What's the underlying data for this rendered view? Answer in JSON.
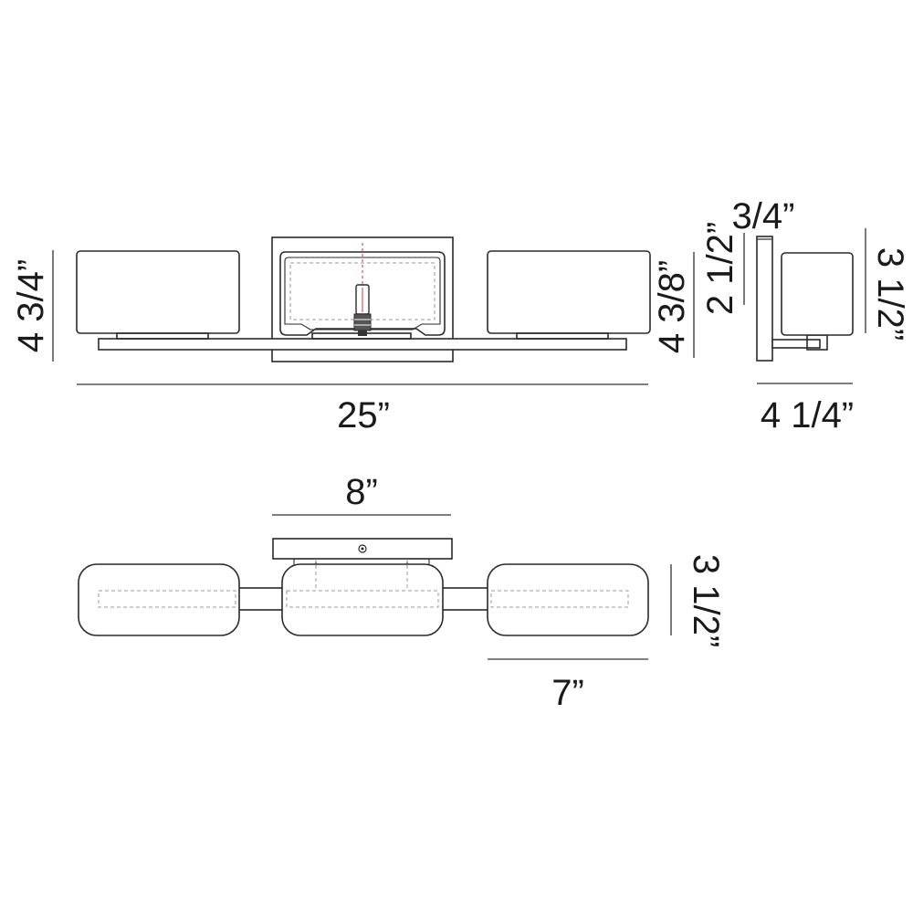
{
  "front_view": {
    "width_label": "25”",
    "height_label": "4 3/4”",
    "shade_height_label": "4 3/8”"
  },
  "side_view": {
    "canopy_depth_label": "3/4”",
    "shade_offset_label": "2 1/2”",
    "shade_height_label": "3 1/2”",
    "depth_label": "4 1/4”"
  },
  "top_view": {
    "backplate_width_label": "8”",
    "shade_width_label": "7”",
    "shade_depth_label": "3 1/2”"
  },
  "colors": {
    "line": "#2a2a2a",
    "bulb_accent": "#c0392b",
    "hidden_line": "#9a9a9a"
  }
}
